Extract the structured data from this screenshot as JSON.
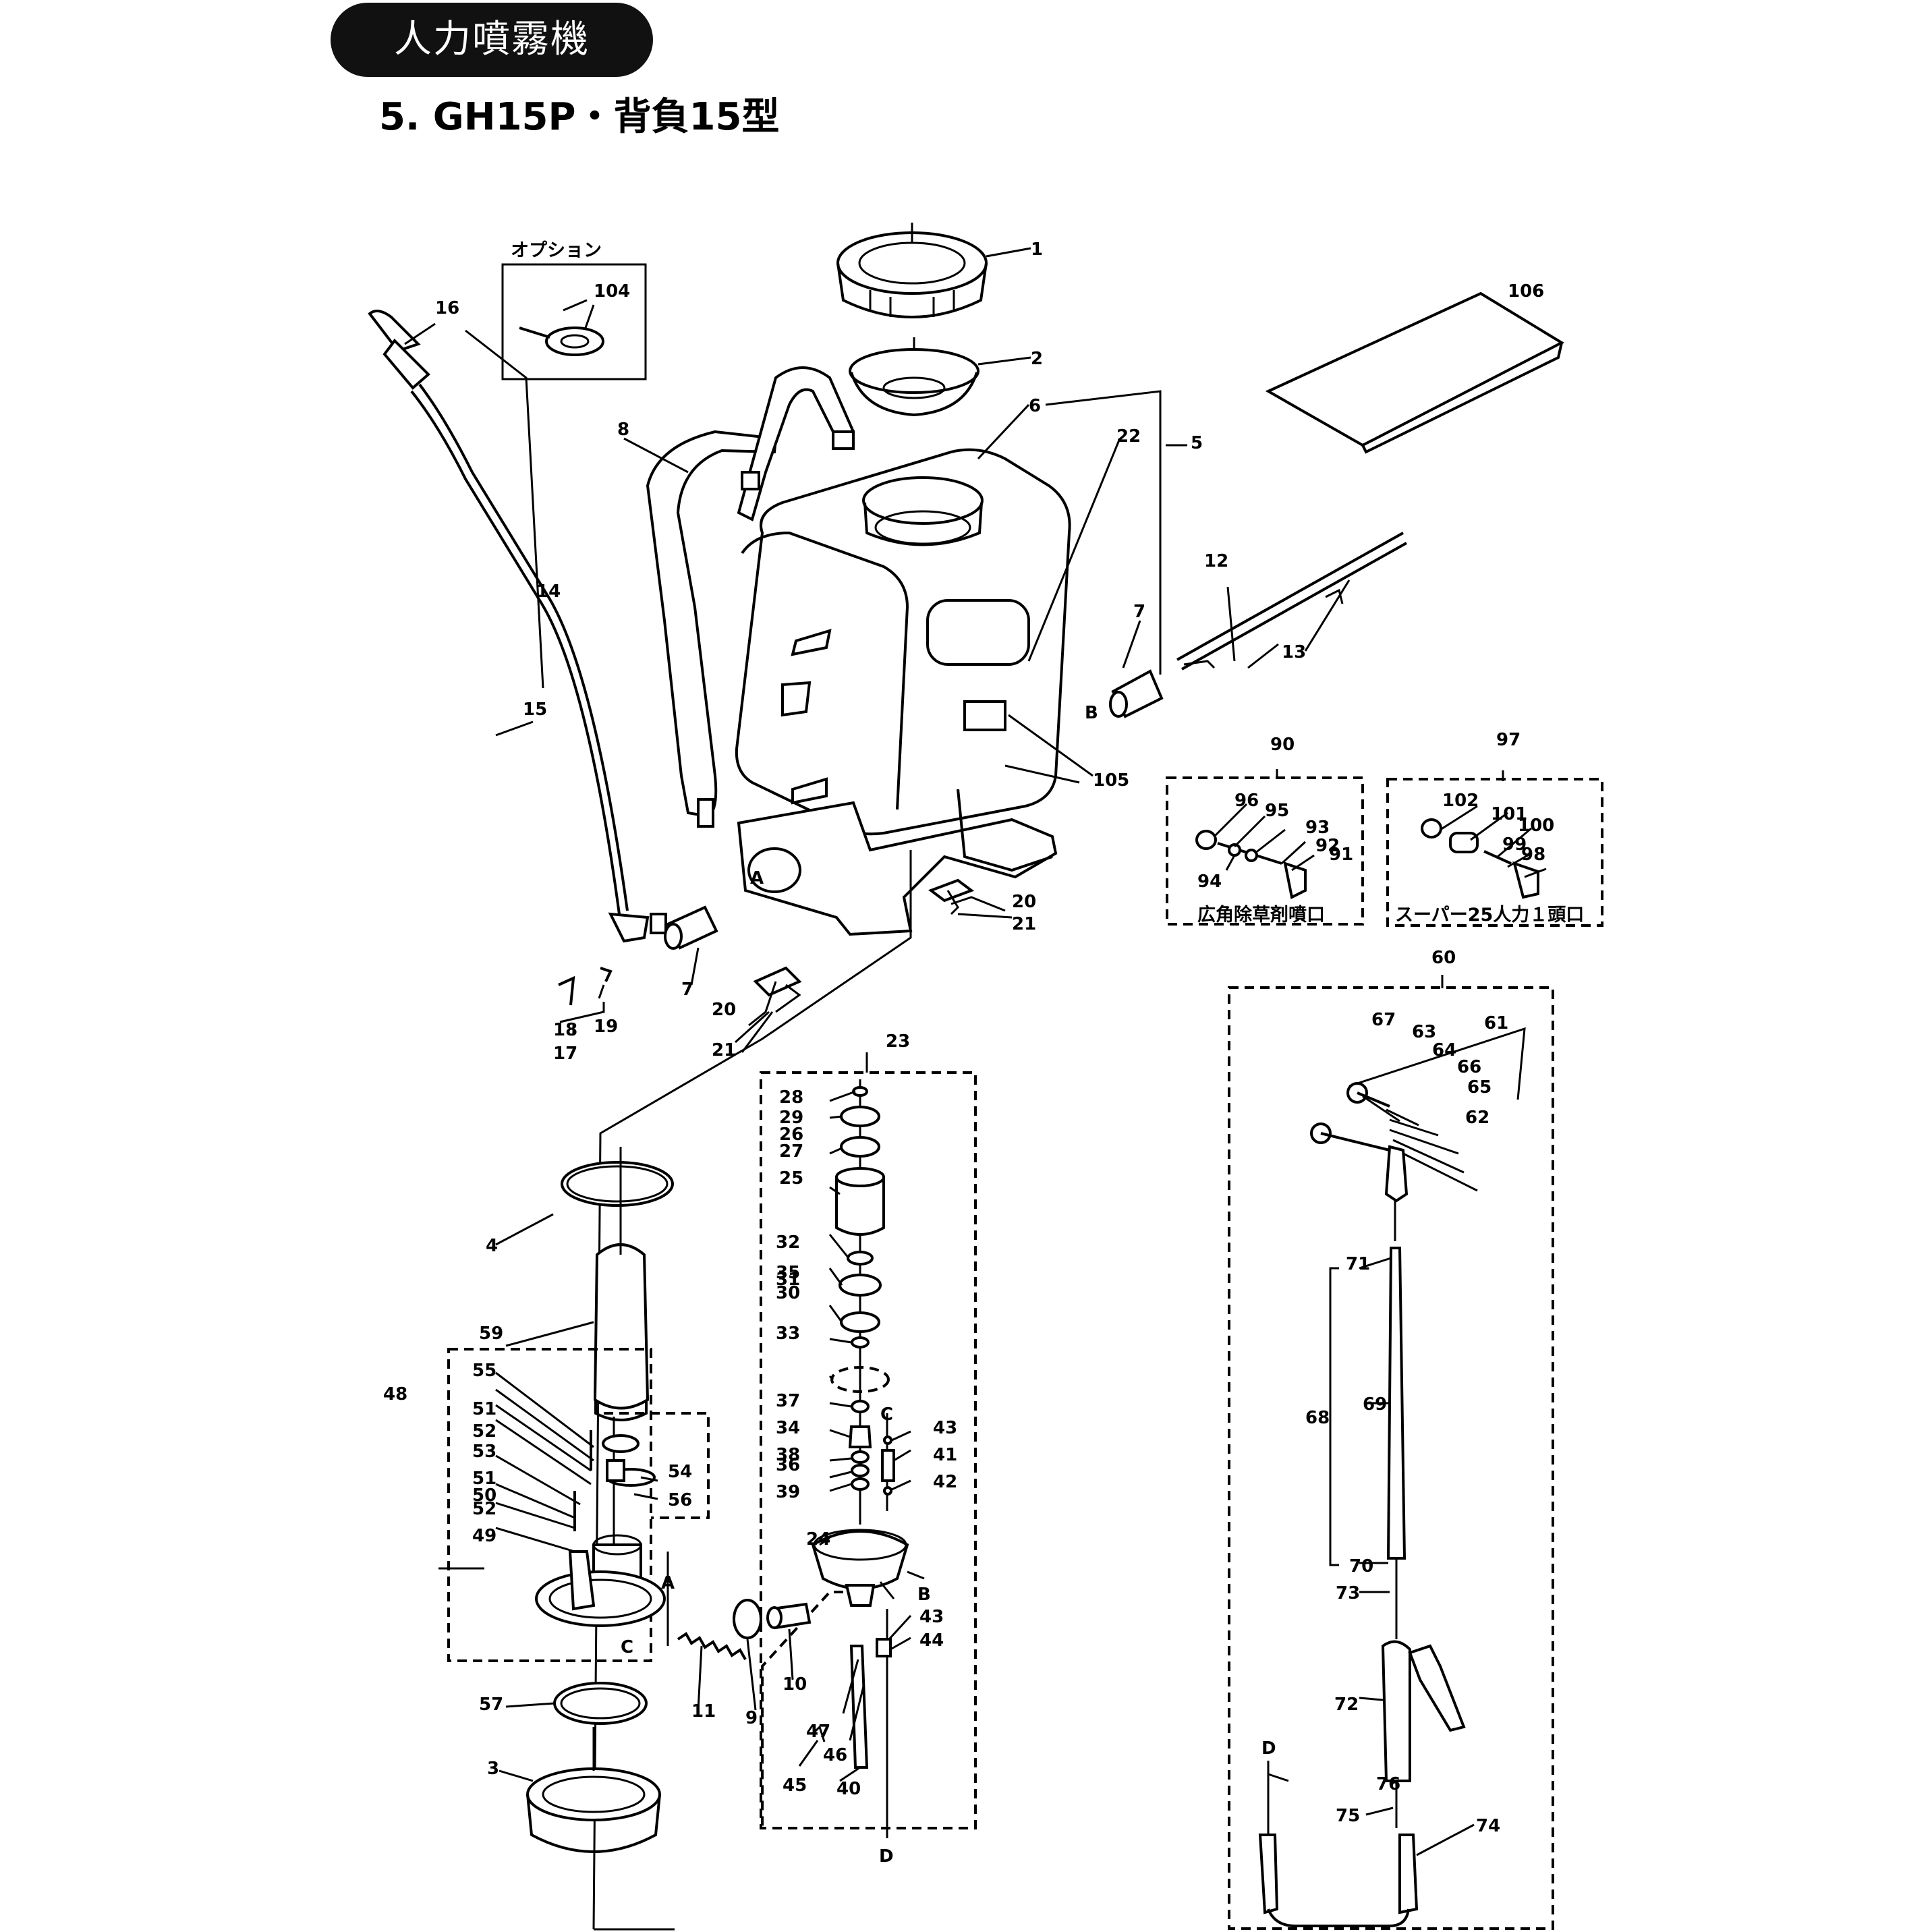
{
  "header": {
    "category_badge": "人力噴霧機",
    "model_title": "5. GH15P・背負15型"
  },
  "captions": {
    "option": "オプション",
    "nozzle_90": "広角除草剤噴口",
    "nozzle_97": "スーパー25人力１頭口"
  },
  "callouts": [
    "1",
    "2",
    "3",
    "4",
    "5",
    "6",
    "7",
    "7",
    "8",
    "9",
    "10",
    "11",
    "12",
    "13",
    "14",
    "15",
    "16",
    "17",
    "18",
    "19",
    "20",
    "20",
    "21",
    "21",
    "22",
    "23",
    "24",
    "25",
    "26",
    "27",
    "28",
    "29",
    "30",
    "31",
    "32",
    "33",
    "34",
    "35",
    "36",
    "37",
    "38",
    "39",
    "40",
    "41",
    "42",
    "43",
    "43",
    "44",
    "45",
    "46",
    "47",
    "48",
    "49",
    "50",
    "51",
    "51",
    "52",
    "52",
    "53",
    "54",
    "55",
    "56",
    "57",
    "59",
    "60",
    "61",
    "62",
    "63",
    "64",
    "65",
    "66",
    "67",
    "68",
    "69",
    "70",
    "71",
    "72",
    "73",
    "74",
    "75",
    "76",
    "90",
    "91",
    "92",
    "93",
    "94",
    "95",
    "96",
    "97",
    "98",
    "99",
    "100",
    "101",
    "102",
    "104",
    "105",
    "106"
  ],
  "connectors": [
    "A",
    "A",
    "B",
    "B",
    "C",
    "C",
    "D",
    "D"
  ]
}
